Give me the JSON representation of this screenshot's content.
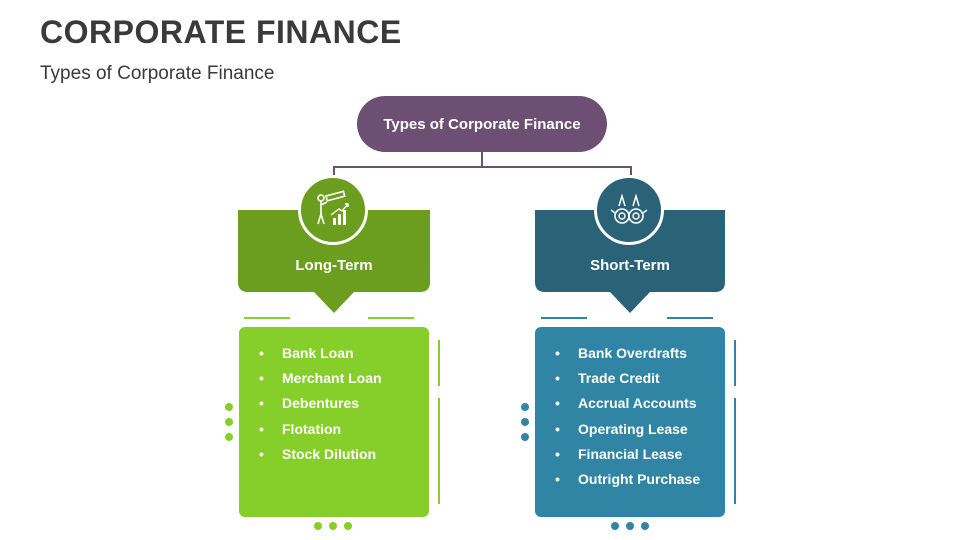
{
  "title": "CORPORATE FINANCE",
  "subtitle": "Types of Corporate Finance",
  "root": {
    "label": "Types of Corporate Finance"
  },
  "colors": {
    "root": "#6d4f73",
    "green_head": "#6b9e1f",
    "green_body": "#86cf2a",
    "blue_head": "#2a6378",
    "blue_body": "#2f85a3",
    "connector": "#6d4f73"
  },
  "left": {
    "heading": "Long-Term",
    "icon": "telescope-growth-chart-icon",
    "items": [
      "Bank Loan",
      "Merchant Loan",
      "Debentures",
      "Flotation",
      "Stock Dilution"
    ]
  },
  "right": {
    "heading": "Short-Term",
    "icon": "targets-arrows-icon",
    "items": [
      "Bank Overdrafts",
      "Trade Credit",
      "Accrual Accounts",
      "Operating Lease",
      "Financial Lease",
      "Outright Purchase"
    ]
  }
}
